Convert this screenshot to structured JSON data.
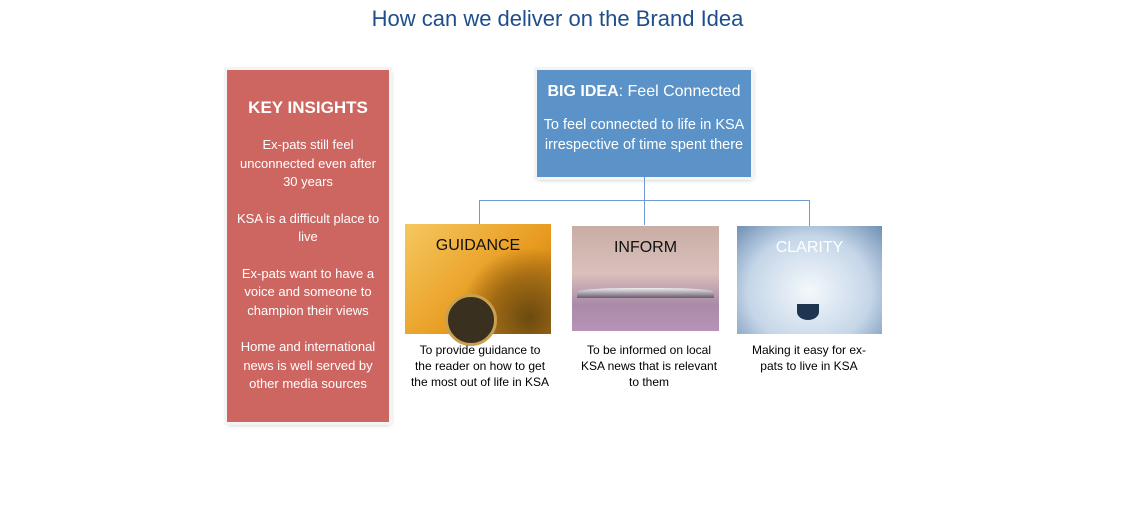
{
  "title": "How can we deliver on the Brand Idea",
  "insights": {
    "heading": "KEY INSIGHTS",
    "items": [
      "Ex-pats still feel unconnected even after 30 years",
      "KSA is a difficult place to live",
      "Ex-pats want to have a voice and someone to champion their views",
      "Home and international news is well served by other media sources"
    ]
  },
  "big_idea": {
    "label": "BIG IDEA",
    "suffix": ": Feel Connected",
    "line1": "To feel connected to life in KSA",
    "line2": "irrespective of time spent there"
  },
  "pillars": [
    {
      "title": "GUIDANCE",
      "caption": "To provide guidance to the reader on how to get the most out of life in KSA"
    },
    {
      "title": "INFORM",
      "caption": "To be informed on local KSA news  that is relevant to them"
    },
    {
      "title": "CLARITY",
      "caption": "Making it easy for ex-pats to live in KSA"
    }
  ]
}
